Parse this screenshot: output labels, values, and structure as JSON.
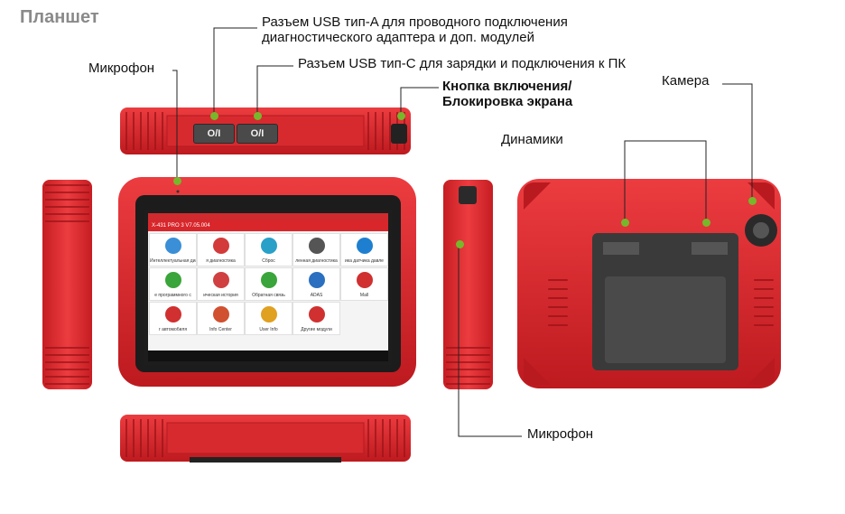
{
  "title": "Планшет",
  "labels": {
    "usb_a": [
      "Разъем USB тип-A для проводного подключения",
      "диагностического адаптера и доп. модулей"
    ],
    "usb_c": "Разъем USB тип-C для зарядки и подключения к ПК",
    "power": [
      "Кнопка включения/",
      "Блокировка экрана"
    ],
    "mic_top": "Микрофон",
    "camera": "Камера",
    "speakers": "Динамики",
    "mic_bottom": "Микрофон"
  },
  "port_label": "O/I",
  "screen": {
    "header": "X-431 PRO 3   V7.05.004",
    "tiles": [
      {
        "label": "Интеллектуальная диагностика",
        "color": "#3a8fd6"
      },
      {
        "label": "я диагностика",
        "color": "#d33a3a"
      },
      {
        "label": "Сброс",
        "color": "#29a0c8"
      },
      {
        "label": "ленная диагностика",
        "color": "#555555"
      },
      {
        "label": "ика датчика давле",
        "color": "#1e7fd0"
      },
      {
        "label": "е программного с",
        "color": "#3aa53a"
      },
      {
        "label": "ическая история",
        "color": "#d04040"
      },
      {
        "label": "Обратная связь",
        "color": "#3aa53a"
      },
      {
        "label": "ADAS",
        "color": "#2a6fc0"
      },
      {
        "label": "Mall",
        "color": "#d03030"
      },
      {
        "label": "г автомобиля",
        "color": "#d03030"
      },
      {
        "label": "Info Center",
        "color": "#d05030"
      },
      {
        "label": "User Info",
        "color": "#e0a020"
      },
      {
        "label": "Другие модули",
        "color": "#d03030"
      }
    ]
  },
  "colors": {
    "device_red": "#d8262b",
    "pointer_green": "#77b82a",
    "port_dark": "#4a4a4a"
  }
}
